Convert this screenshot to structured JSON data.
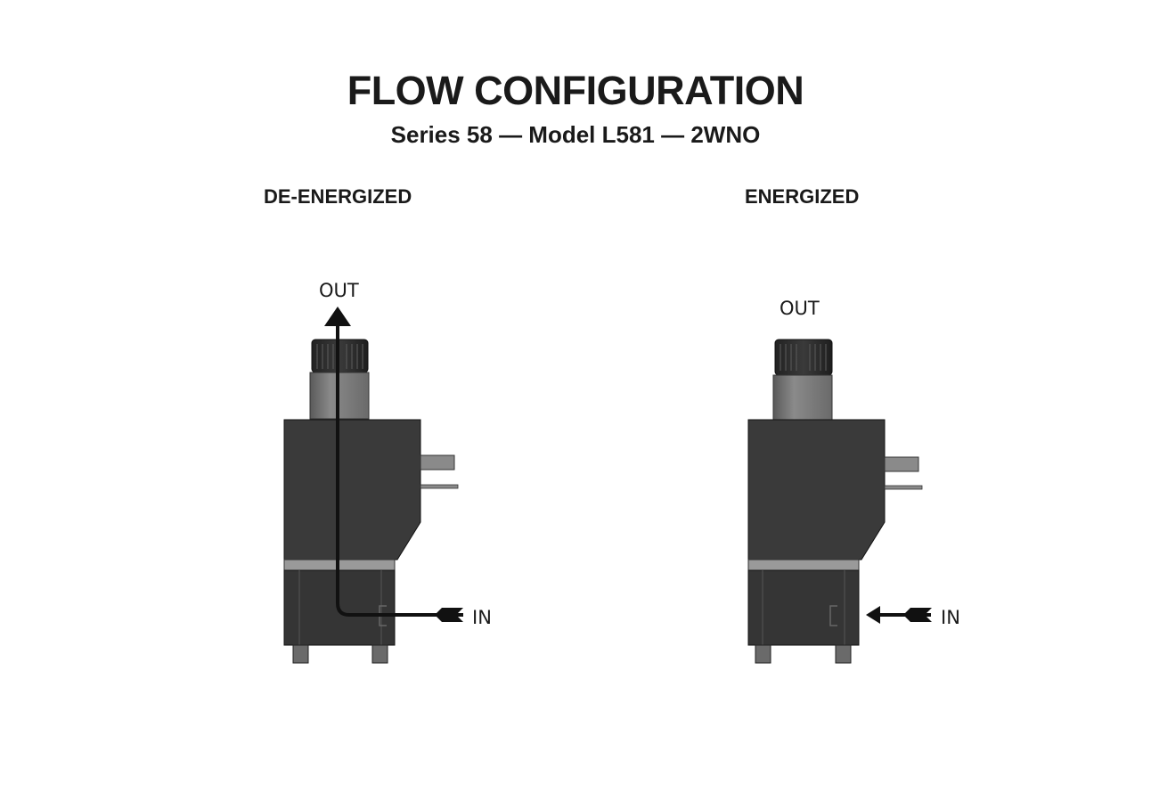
{
  "title": "FLOW CONFIGURATION",
  "subtitle": "Series 58 — Model L581 — 2WNO",
  "states": [
    {
      "label": "DE-ENERGIZED",
      "out_label": "OUT",
      "in_label": "IN",
      "flow": "in-to-out"
    },
    {
      "label": "ENERGIZED",
      "out_label": "OUT",
      "in_label": "IN",
      "flow": "blocked"
    }
  ],
  "colors": {
    "body": "#3a3a3a",
    "knob": "#2b2b2b",
    "sleeve": "#7a7a7a",
    "arrow": "#111111"
  }
}
